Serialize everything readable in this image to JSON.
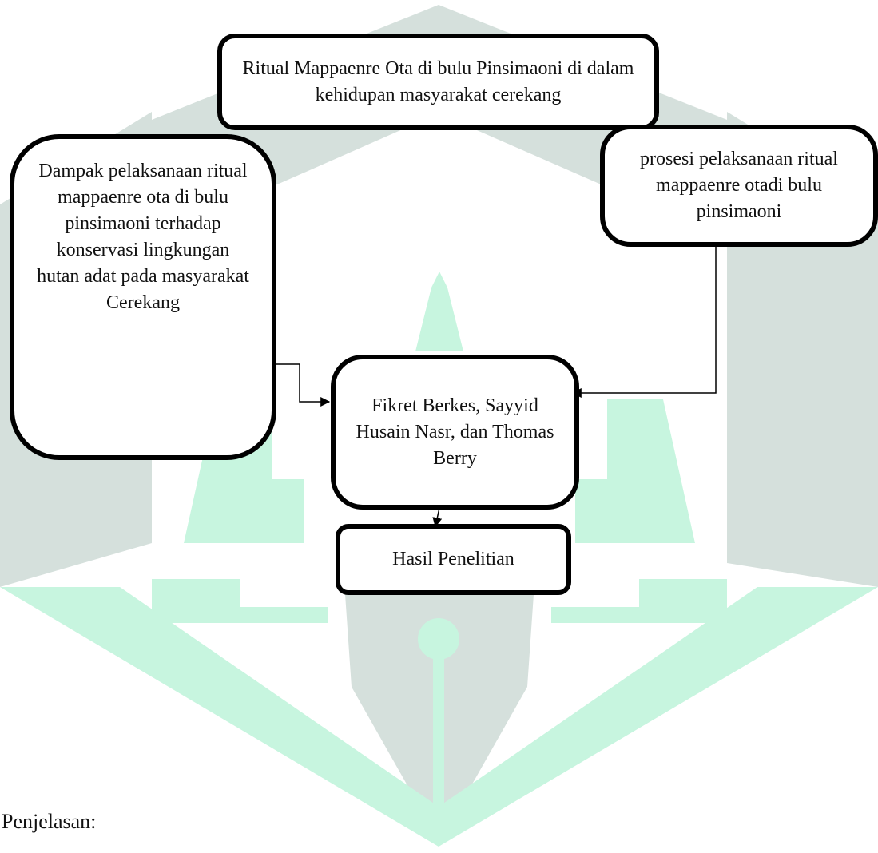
{
  "diagram": {
    "topic_box": {
      "text": "Ritual Mappaenre Ota di bulu Pinsimaoni di dalam kehidupan masyarakat cerekang"
    },
    "impact_box": {
      "text": "Dampak pelaksanaan  ritual mappaenre ota di bulu pinsimaoni terhadap konservasi lingkungan hutan adat pada masyarakat Cerekang"
    },
    "process_box": {
      "text": "prosesi pelaksanaan ritual mappaenre otadi bulu pinsimaoni"
    },
    "theory_box": {
      "text": "Fikret Berkes, Sayyid Husain Nasr, dan Thomas Berry"
    },
    "result_box": {
      "text": "Hasil Penelitian"
    },
    "connectors": [
      {
        "from": "impact_box",
        "to": "theory_box",
        "arrow": "end"
      },
      {
        "from": "process_box",
        "to": "theory_box",
        "arrow": "end"
      },
      {
        "from": "theory_box",
        "to": "result_box",
        "arrow": "end"
      }
    ]
  },
  "explanation_label": "Penjelasan:",
  "colors": {
    "watermark_gray": "#d5e0dc",
    "watermark_mint": "#c7f5df",
    "box_border": "#000000",
    "text": "#111111"
  },
  "watermark_icon": "university-logo-watermark"
}
